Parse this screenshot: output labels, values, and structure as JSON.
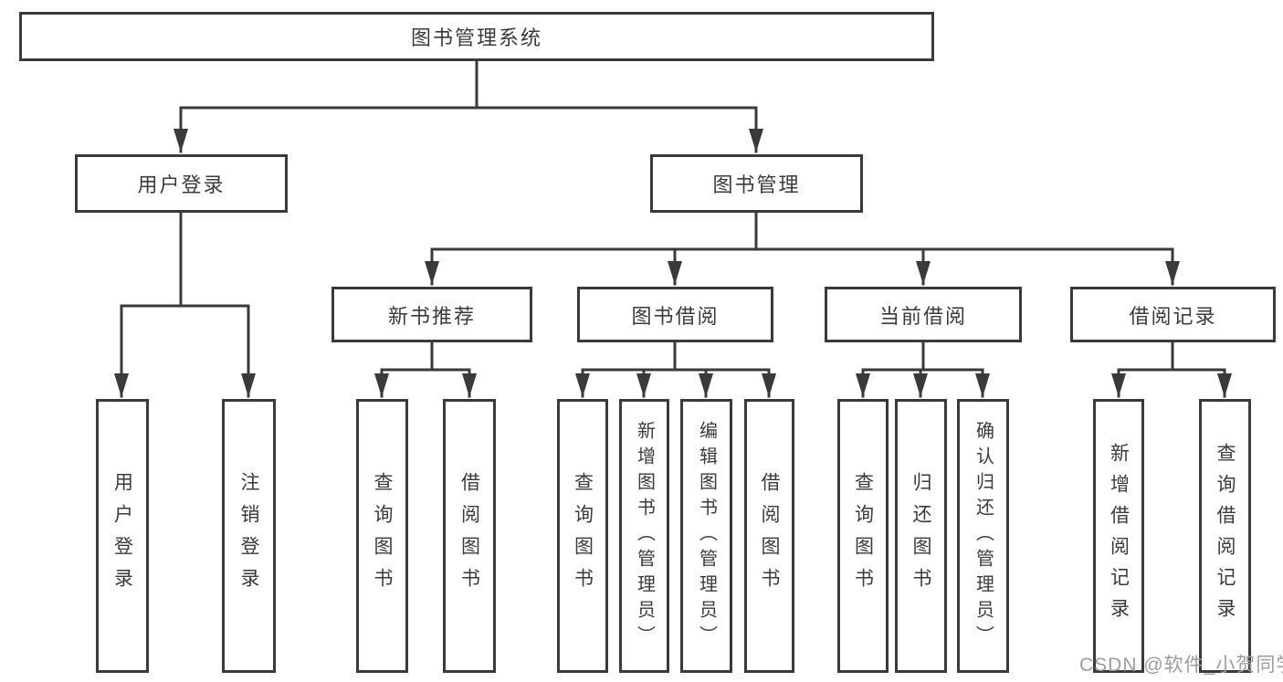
{
  "diagram": {
    "root": {
      "label": "图书管理系统"
    },
    "branches": [
      {
        "label": "用户登录",
        "children": [
          {
            "label": "用户登录"
          },
          {
            "label": "注销登录"
          }
        ]
      },
      {
        "label": "图书管理",
        "children": [
          {
            "label": "新书推荐",
            "children": [
              {
                "label": "查询图书"
              },
              {
                "label": "借阅图书"
              }
            ]
          },
          {
            "label": "图书借阅",
            "children": [
              {
                "label": "查询图书"
              },
              {
                "label": "新增图书（管理员）"
              },
              {
                "label": "编辑图书（管理员）"
              },
              {
                "label": "借阅图书"
              }
            ]
          },
          {
            "label": "当前借阅",
            "children": [
              {
                "label": "查询图书"
              },
              {
                "label": "归还图书"
              },
              {
                "label": "确认归还（管理员）"
              }
            ]
          },
          {
            "label": "借阅记录",
            "children": [
              {
                "label": "新增借阅记录"
              },
              {
                "label": "查询借阅记录"
              }
            ]
          }
        ]
      }
    ]
  },
  "watermark": {
    "text": "CSDN @软件_小贺同学"
  },
  "colors": {
    "line": "#3a3a3a",
    "border": "#3a3a3a",
    "text": "#3b3b3b",
    "box_fill": "#ffffff",
    "background": "#ffffff",
    "watermark": "#9c9c9c"
  }
}
